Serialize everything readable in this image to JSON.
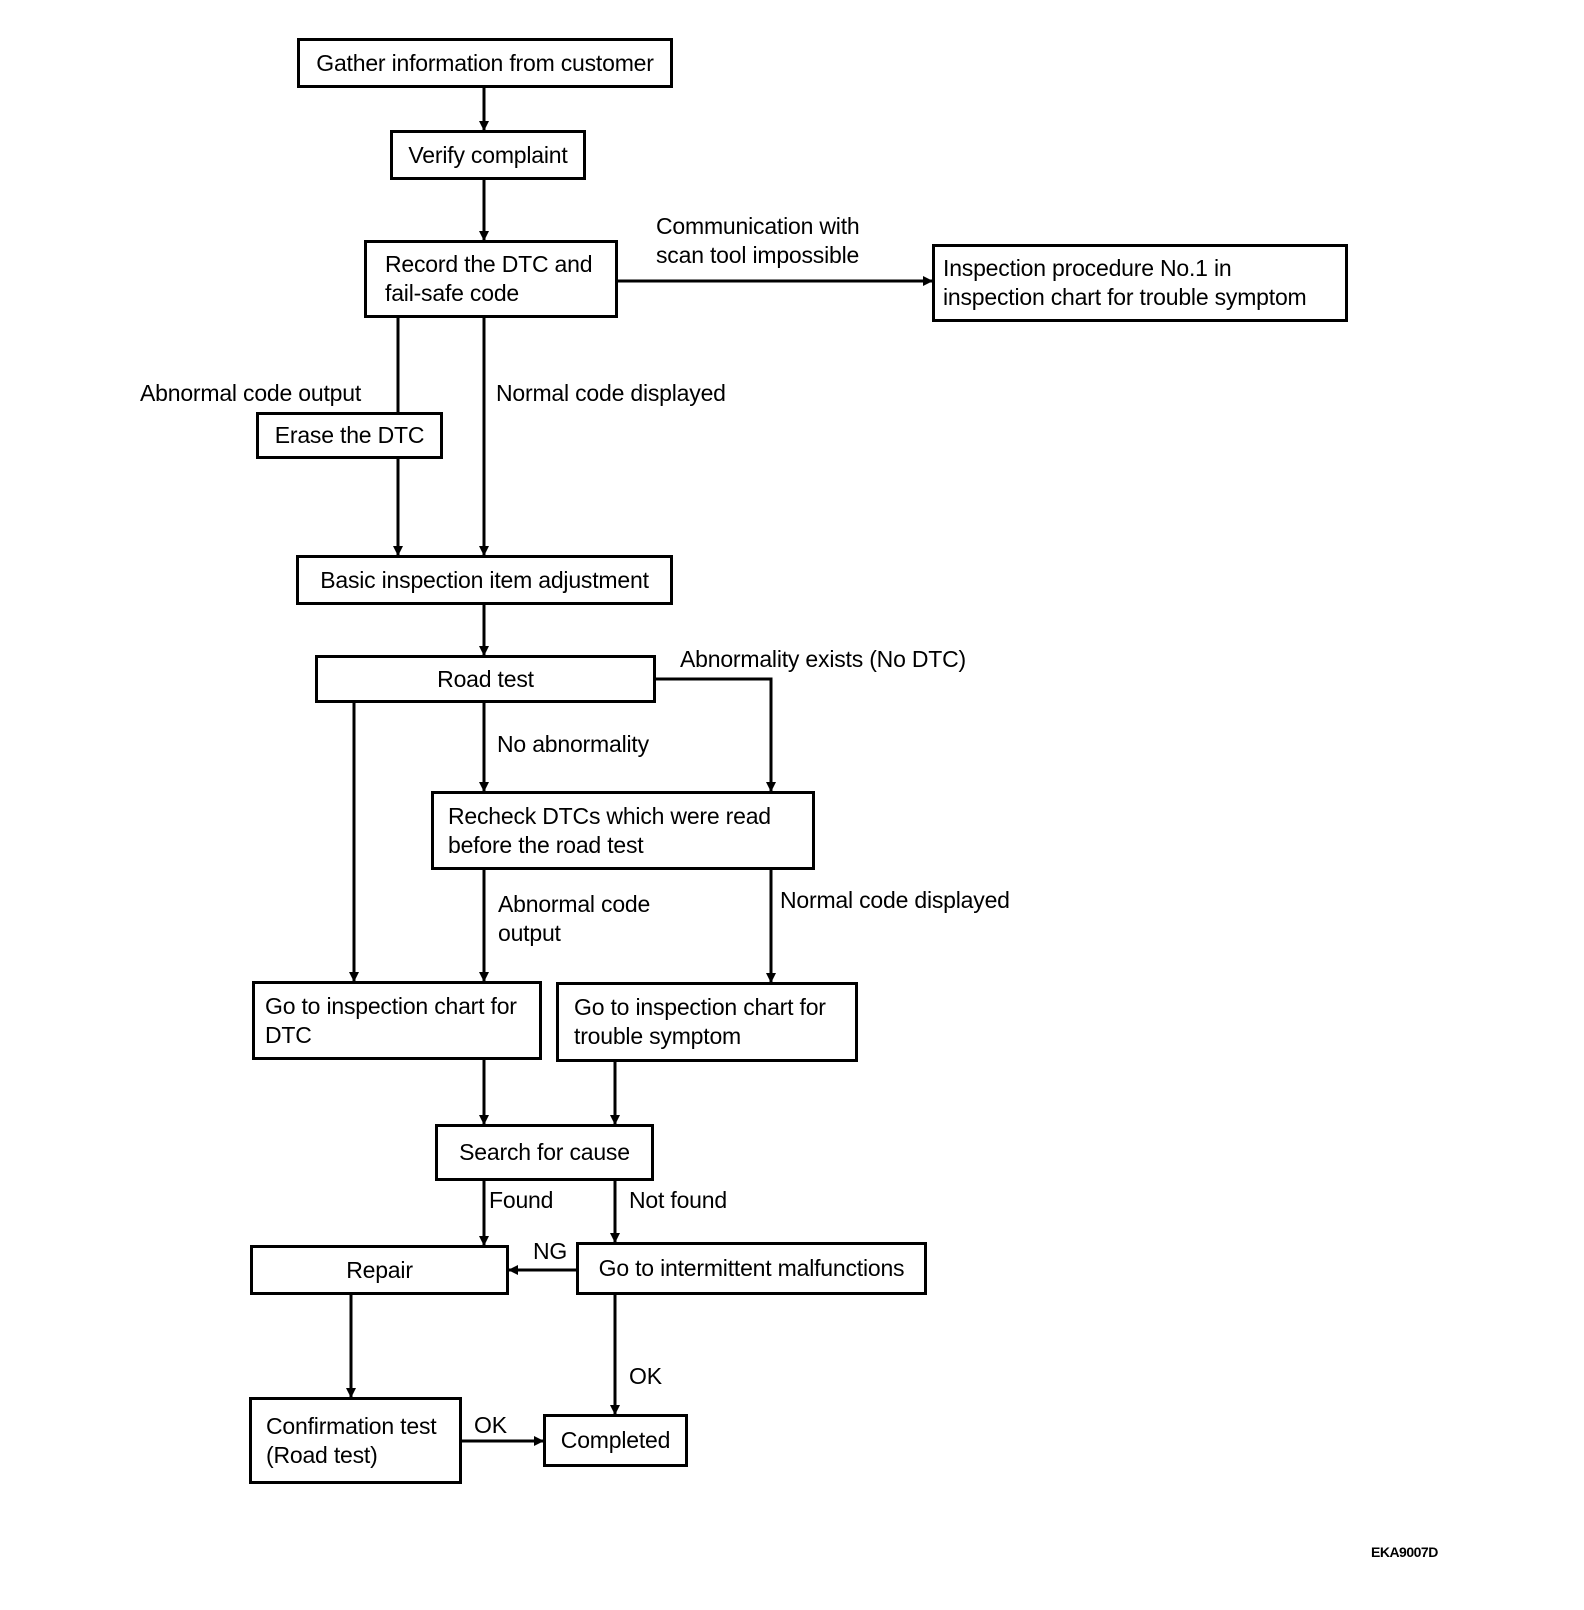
{
  "nodes": {
    "gather": "Gather information from customer",
    "verify": "Verify complaint",
    "record": [
      "Record the DTC and",
      "fail-safe code"
    ],
    "inspection_proc": [
      "Inspection procedure No.1 in",
      "inspection chart for trouble symptom"
    ],
    "erase": "Erase the DTC",
    "basic": "Basic inspection item adjustment",
    "road_test": "Road test",
    "recheck": [
      "Recheck DTCs which were read",
      "before the road test"
    ],
    "goto_dtc": [
      "Go to inspection chart for",
      "DTC"
    ],
    "goto_symptom": [
      "Go to inspection chart for",
      "trouble symptom"
    ],
    "search": "Search for cause",
    "repair": "Repair",
    "intermittent": "Go to intermittent malfunctions",
    "confirmation": [
      "Confirmation test",
      "(Road test)"
    ],
    "completed": "Completed"
  },
  "labels": {
    "comm_impossible": [
      "Communication with",
      "scan tool impossible"
    ],
    "abnormal_output_1": "Abnormal code output",
    "normal_displayed_1": "Normal code displayed",
    "abnormality_exists": "Abnormality exists (No DTC)",
    "no_abnormality": "No abnormality",
    "abnormal_output_2": [
      "Abnormal code",
      "output"
    ],
    "normal_displayed_2": "Normal code displayed",
    "found": "Found",
    "not_found": "Not found",
    "ng": "NG",
    "ok_1": "OK",
    "ok_2": "OK"
  },
  "figure_code": "EKA9007D"
}
